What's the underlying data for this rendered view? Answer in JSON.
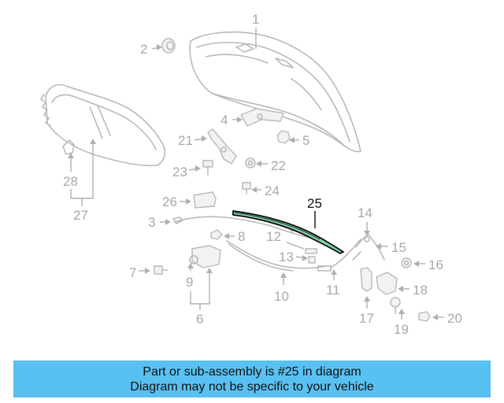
{
  "callouts": {
    "c1": "1",
    "c2": "2",
    "c3": "3",
    "c4": "4",
    "c5": "5",
    "c6": "6",
    "c7": "7",
    "c8": "8",
    "c9": "9",
    "c10": "10",
    "c11": "11",
    "c12": "12",
    "c13": "13",
    "c14": "14",
    "c15": "15",
    "c16": "16",
    "c17": "17",
    "c18": "18",
    "c19": "19",
    "c20": "20",
    "c21": "21",
    "c22": "22",
    "c23": "23",
    "c24": "24",
    "c25": "25",
    "c26": "26",
    "c27": "27",
    "c28": "28"
  },
  "highlight_part": "25",
  "colors": {
    "highlight_stroke": "#0a0a0a",
    "highlight_fill": "#7fd1a8",
    "banner_background": "#59c1f2",
    "part_gray": "#b9b9b9"
  },
  "banner": {
    "line1": "Part or sub-assembly is #25 in diagram",
    "line2": "Diagram may not be specific to your vehicle"
  }
}
